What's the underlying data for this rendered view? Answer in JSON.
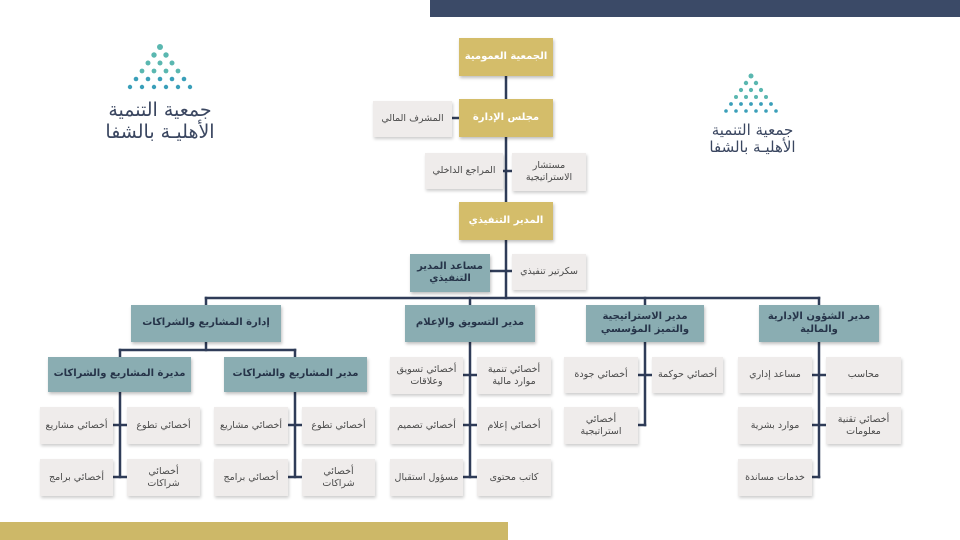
{
  "logo": {
    "line1": "جمعية التنمية",
    "line2": "الأهليـة بالشفا",
    "dot_colors": [
      "#5ab7b0",
      "#3a9fb9"
    ]
  },
  "colors": {
    "top_bar": "#3b4a67",
    "bottom_bar": "#cdb868",
    "gold": "#d4bd6a",
    "teal": "#8aadb2",
    "grey": "#efeceb",
    "line": "#2f3c58"
  },
  "org": {
    "assembly": "الجمعية العمومية",
    "board": "مجلس الإدارة",
    "financial_supervisor": "المشرف المالي",
    "internal_auditor": "المراجع الداخلي",
    "strategy_consultant": "مستشار الاستراتيجية",
    "executive_director": "المدير التنفيذي",
    "assistant_director": "مساعد المدير التنفيذي",
    "executive_secretary": "سكرتير تنفيذي",
    "departments": {
      "admin_finance": "مدير الشؤون الإدارية والمالية",
      "strategy": "مدير الاستراتيجية والتميز المؤسسي",
      "marketing": "مدير التسويق والإعلام",
      "projects": "إدارة المشاريع والشراكات"
    },
    "admin_finance_staff": {
      "accountant": "محاسب",
      "admin_assistant": "مساعد إداري",
      "it_specialist": "أخصائي تقنية معلومات",
      "hr": "موارد بشرية",
      "support_services": "خدمات مساندة"
    },
    "strategy_staff": {
      "governance": "أخصائي حوكمة",
      "quality": "أخصائي جودة",
      "strategic": "أخصائي استراتيجية"
    },
    "marketing_staff": {
      "financial_resources": "أخصائي تنمية موارد مالية",
      "marketing_relations": "أخصائي تسويق وعلاقات",
      "media": "أخصائي إعلام",
      "design": "أخصائي تصميم",
      "content_writer": "كاتب محتوى",
      "reception": "مسؤول استقبال"
    },
    "projects_manager_m": "مدير المشاريع والشراكات",
    "projects_manager_f": "مديرة المشاريع والشراكات",
    "projects_staff": {
      "volunteering": "أخصائي تطوع",
      "projects": "أخصائي مشاريع",
      "partnerships": "أخصائي شراكات",
      "programs": "أخصائي برامج"
    }
  }
}
